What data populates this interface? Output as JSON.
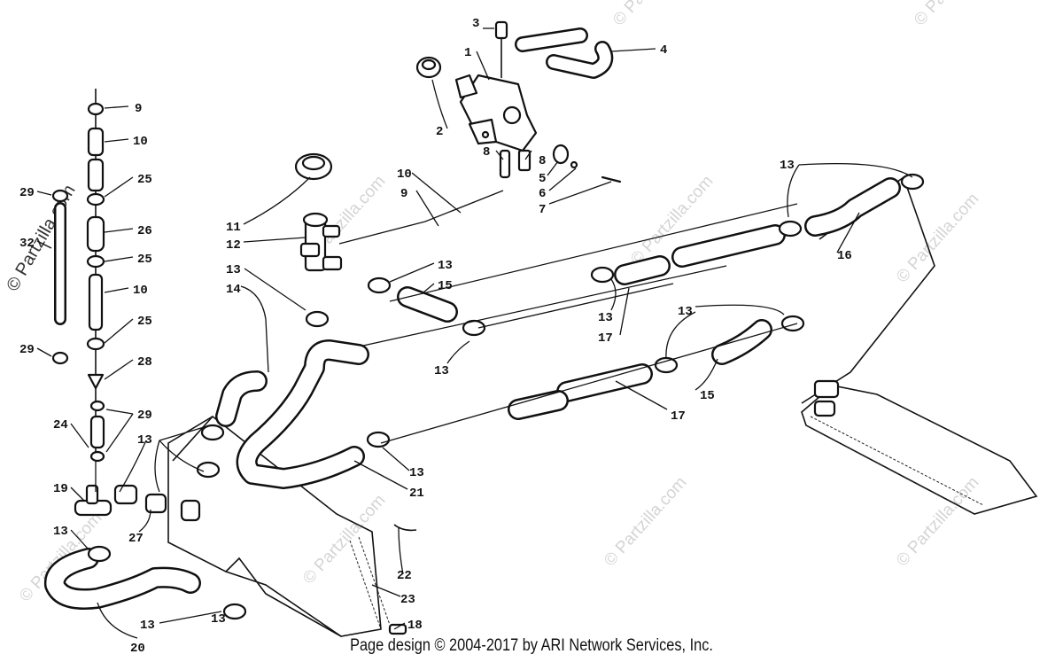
{
  "watermark": "© Partzilla.com",
  "credit": "Page design © 2004-2017 by ARI Network Services, Inc.",
  "callouts": {
    "c1": "1",
    "c2": "2",
    "c3": "3",
    "c4": "4",
    "c5": "5",
    "c6": "6",
    "c7": "7",
    "c8a": "8",
    "c8b": "8",
    "c9a": "9",
    "c9b": "9",
    "c10a": "10",
    "c10b": "10",
    "c10c": "10",
    "c11": "11",
    "c12": "12",
    "c13a": "13",
    "c13b": "13",
    "c13c": "13",
    "c13d": "13",
    "c13e": "13",
    "c13f": "13",
    "c13g": "13",
    "c13h": "13",
    "c13i": "13",
    "c13j": "13",
    "c13k": "13",
    "c14": "14",
    "c15a": "15",
    "c15b": "15",
    "c16": "16",
    "c17a": "17",
    "c17b": "17",
    "c18": "18",
    "c19": "19",
    "c20": "20",
    "c21": "21",
    "c22": "22",
    "c23": "23",
    "c24": "24",
    "c25a": "25",
    "c25b": "25",
    "c25c": "25",
    "c26": "26",
    "c27": "27",
    "c28": "28",
    "c29a": "29",
    "c29b": "29",
    "c29c": "29",
    "c32": "32"
  }
}
